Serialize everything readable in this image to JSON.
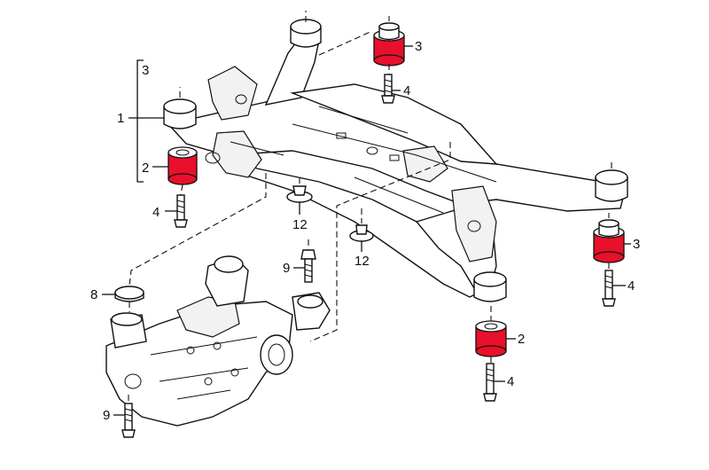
{
  "colors": {
    "bushing_highlight": "#e8102a",
    "line": "#111111",
    "background": "#ffffff"
  },
  "callouts": {
    "c1": "1",
    "c2_left": "2",
    "c3_left": "3",
    "c4_left": "4",
    "c3_top_right": "3",
    "c4_top_right": "4",
    "c3_right": "3",
    "c4_right": "4",
    "c2_bottom": "2",
    "c4_bottom": "4",
    "c12_center": "12",
    "c12_right": "12",
    "c9_upper": "9",
    "c8": "8",
    "c9_lower": "9"
  }
}
